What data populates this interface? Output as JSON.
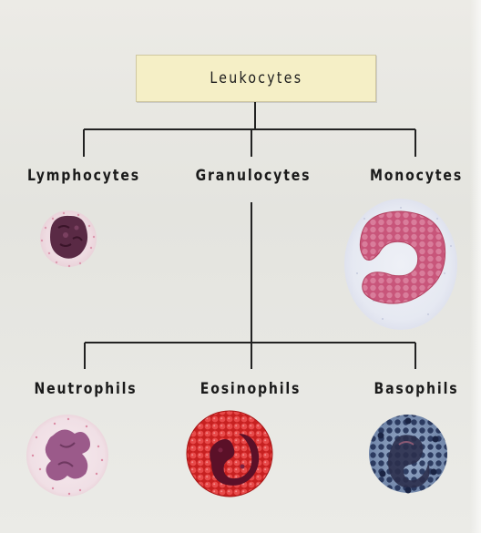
{
  "root": {
    "label": "Leukocytes"
  },
  "level1": [
    {
      "id": "lymphocytes",
      "label": "Lymphocytes"
    },
    {
      "id": "granulocytes",
      "label": "Granulocytes"
    },
    {
      "id": "monocytes",
      "label": "Monocytes"
    }
  ],
  "granulocyte_types": [
    {
      "id": "neutrophils",
      "label": "Neutrophils"
    },
    {
      "id": "eosinophils",
      "label": "Eosinophils"
    },
    {
      "id": "basophils",
      "label": "Basophils"
    }
  ],
  "colors": {
    "title_box": "#f5efc6",
    "connector": "#222222",
    "lymphocyte_nucleus": "#5a2a45",
    "monocyte_nucleus": "#c8557a",
    "neutrophil_nucleus": "#9b5a8a",
    "eosinophil_granules": "#d42a2a",
    "basophil_granules": "#1e2c52"
  }
}
